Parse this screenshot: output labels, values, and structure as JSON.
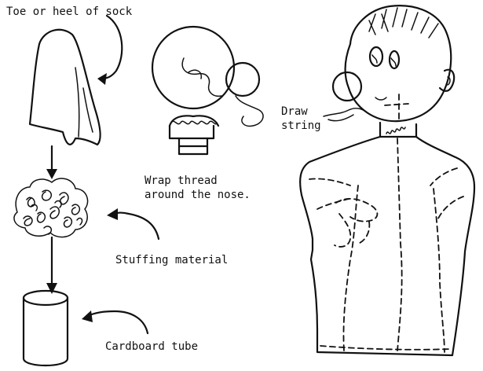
{
  "labels": {
    "sock": "Toe or heel of sock",
    "wrap_line1": "Wrap thread",
    "wrap_line2": "around the nose.",
    "draw_line1": "Draw",
    "draw_line2": "string",
    "stuffing": "Stuffing material",
    "tube": "Cardboard tube"
  },
  "colors": {
    "ink": "#111111",
    "background": "#ffffff"
  }
}
